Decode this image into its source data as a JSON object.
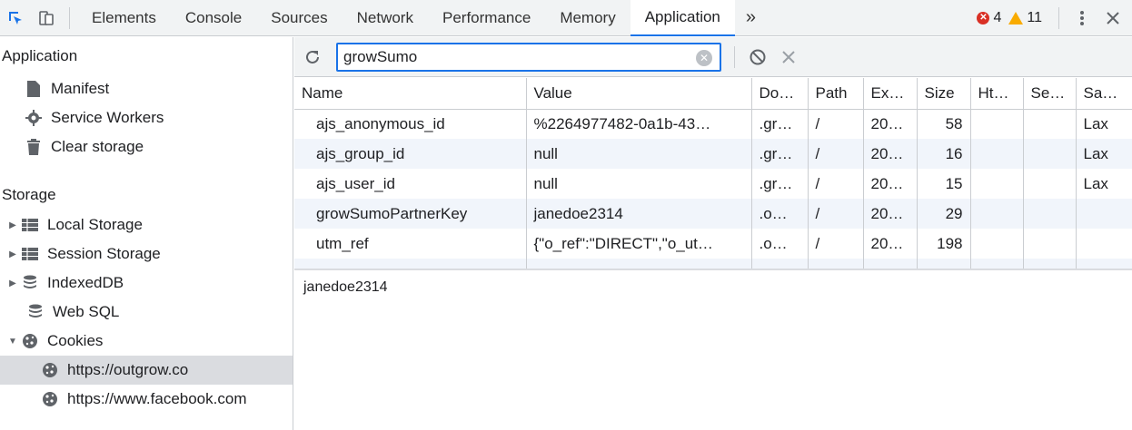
{
  "toolbar": {
    "tabs": [
      "Elements",
      "Console",
      "Sources",
      "Network",
      "Performance",
      "Memory",
      "Application"
    ],
    "more": "»",
    "errors": "4",
    "warnings": "11"
  },
  "sidebar": {
    "app_header": "Application",
    "app_items": [
      "Manifest",
      "Service Workers",
      "Clear storage"
    ],
    "storage_header": "Storage",
    "storage_items": [
      "Local Storage",
      "Session Storage",
      "IndexedDB",
      "Web SQL",
      "Cookies"
    ],
    "cookie_items": [
      "https://outgrow.co",
      "https://www.facebook.com"
    ]
  },
  "filter": {
    "value": "growSumo"
  },
  "table": {
    "headers": [
      "Name",
      "Value",
      "Do…",
      "Path",
      "Ex…",
      "Size",
      "Ht…",
      "Se…",
      "Sa…"
    ],
    "rows": [
      [
        "ajs_anonymous_id",
        "%2264977482-0a1b-43…",
        ".gr…",
        "/",
        "20…",
        "58",
        "",
        "",
        "Lax"
      ],
      [
        "ajs_group_id",
        "null",
        ".gr…",
        "/",
        "20…",
        "16",
        "",
        "",
        "Lax"
      ],
      [
        "ajs_user_id",
        "null",
        ".gr…",
        "/",
        "20…",
        "15",
        "",
        "",
        "Lax"
      ],
      [
        "growSumoPartnerKey",
        "janedoe2314",
        ".o…",
        "/",
        "20…",
        "29",
        "",
        "",
        ""
      ],
      [
        "utm_ref",
        "{\"o_ref\":\"DIRECT\",\"o_ut…",
        ".o…",
        "/",
        "20…",
        "198",
        "",
        "",
        ""
      ]
    ]
  },
  "preview": {
    "value": "janedoe2314"
  },
  "colors": {
    "accent": "#1a73e8",
    "error": "#d93025",
    "warning": "#f9ab00"
  }
}
